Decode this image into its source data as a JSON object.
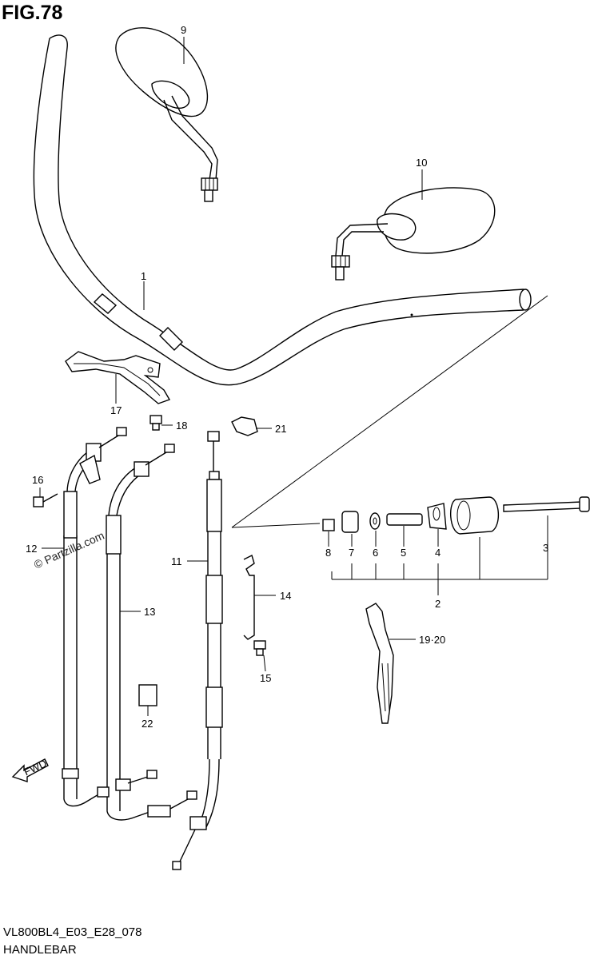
{
  "figure": {
    "title": "FIG.78",
    "diagram_code": "VL800BL4_E03_E28_078",
    "diagram_name": "HANDLEBAR",
    "watermark": "© Partzilla.com",
    "fwd_label": "FWD"
  },
  "callouts": [
    {
      "id": "c1",
      "label": "1"
    },
    {
      "id": "c2",
      "label": "2"
    },
    {
      "id": "c3",
      "label": "3"
    },
    {
      "id": "c4",
      "label": "4"
    },
    {
      "id": "c5",
      "label": "5"
    },
    {
      "id": "c6",
      "label": "6"
    },
    {
      "id": "c7",
      "label": "7"
    },
    {
      "id": "c8",
      "label": "8"
    },
    {
      "id": "c9",
      "label": "9"
    },
    {
      "id": "c10",
      "label": "10"
    },
    {
      "id": "c11",
      "label": "11"
    },
    {
      "id": "c12",
      "label": "12"
    },
    {
      "id": "c13",
      "label": "13"
    },
    {
      "id": "c14",
      "label": "14"
    },
    {
      "id": "c15",
      "label": "15"
    },
    {
      "id": "c16",
      "label": "16"
    },
    {
      "id": "c17",
      "label": "17"
    },
    {
      "id": "c18",
      "label": "18"
    },
    {
      "id": "c19_20",
      "label": "19·20"
    },
    {
      "id": "c21",
      "label": "21"
    },
    {
      "id": "c22",
      "label": "22"
    }
  ]
}
